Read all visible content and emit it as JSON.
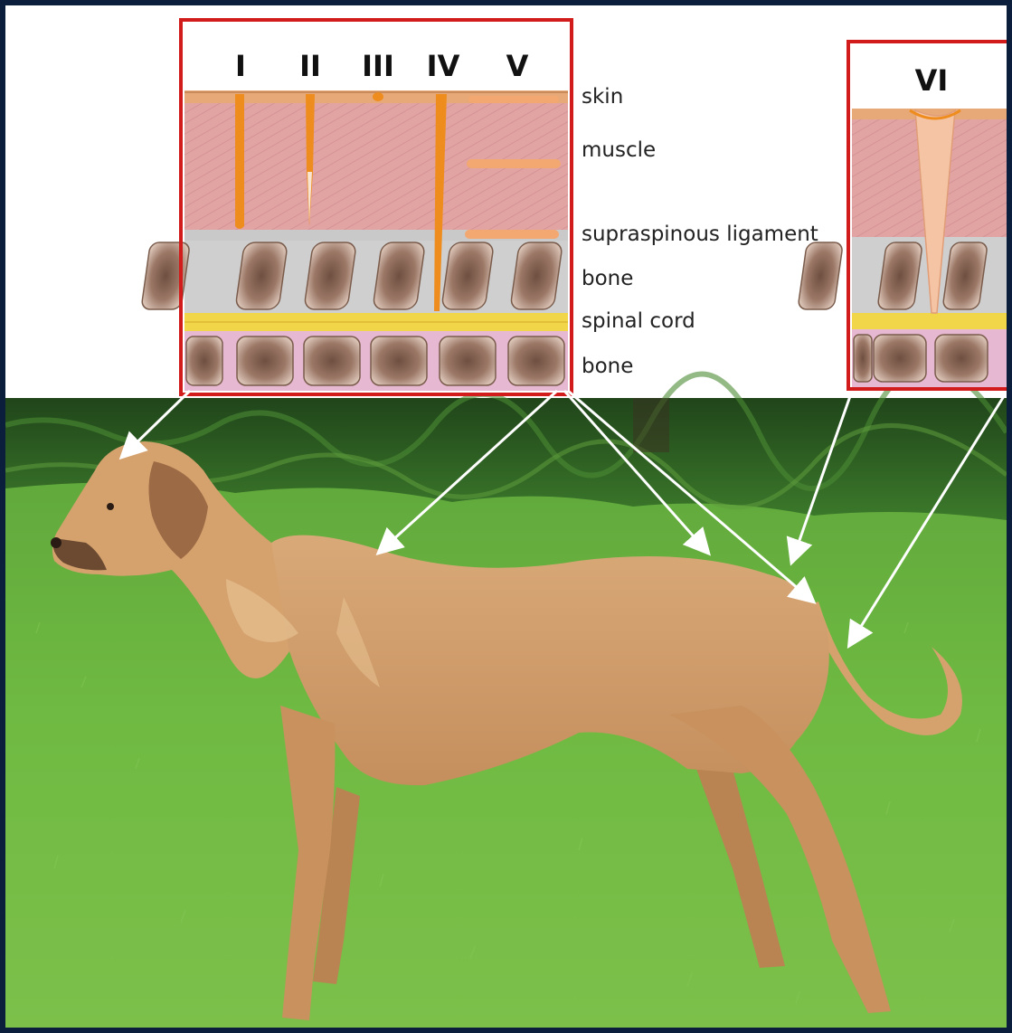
{
  "panel_main": {
    "types": [
      "I",
      "II",
      "III",
      "IV",
      "V"
    ]
  },
  "panel_right": {
    "types": [
      "VI"
    ]
  },
  "layers": [
    "skin",
    "muscle",
    "supraspinous ligament",
    "bone",
    "spinal cord",
    "bone"
  ],
  "colors": {
    "frame_border": "#0b1f3c",
    "panel_border": "#d21c1c",
    "skin": "#e7a978",
    "skin_line": "#e68a1a",
    "muscle": "#e2a3a3",
    "ligament": "#c9c9c9",
    "bone": "#8f6a58",
    "spinal_cord": "#f2d64a",
    "lower_bone_bg": "#e7b8d2",
    "lesion": "#ee8d1e",
    "lesion_light": "#f4c4a4",
    "arrow": "#ffffff",
    "grass": "#67b13a",
    "hedge": "#2d5a1e",
    "dog_coat": "#d5a26e"
  },
  "icons": {
    "arrows": "white-arrow-icon",
    "photo": "dog-illustration"
  }
}
